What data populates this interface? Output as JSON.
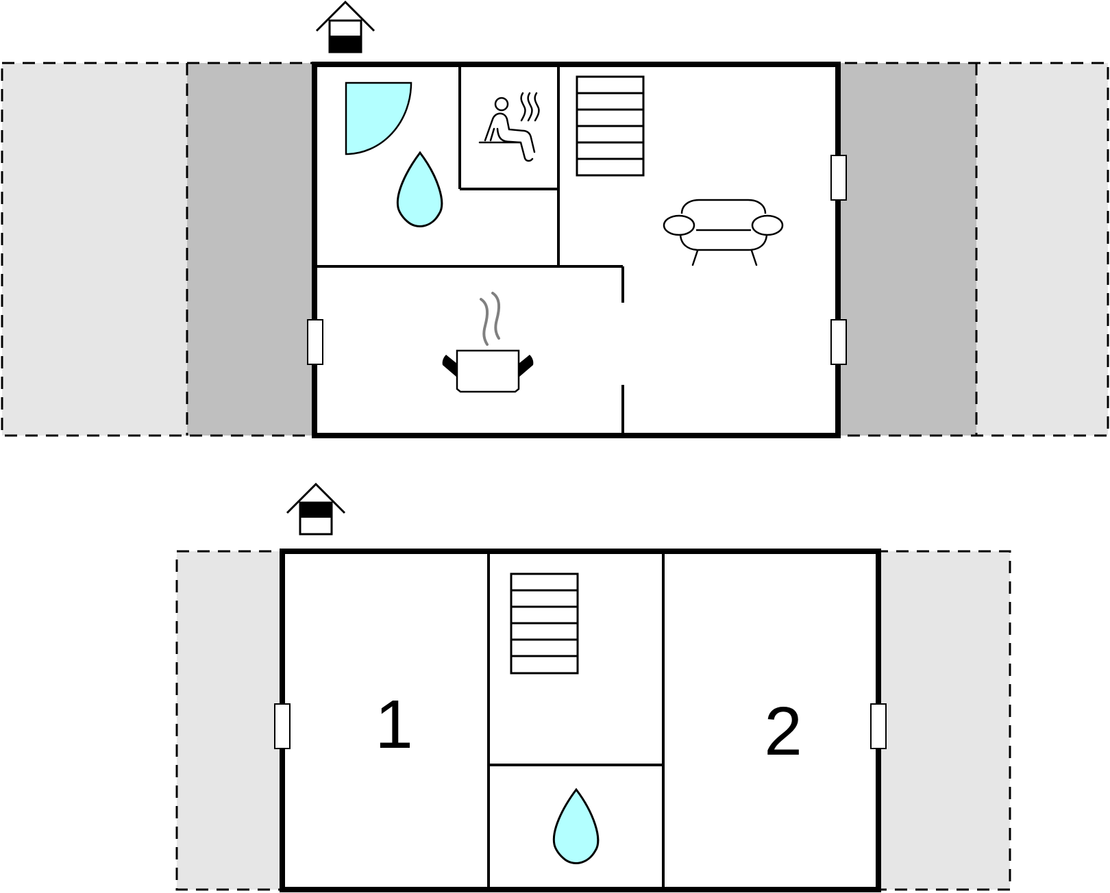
{
  "colors": {
    "wall": "#000000",
    "terrace_light": "#e6e6e6",
    "terrace_dark": "#bfbfbf",
    "water": "#b3ffff",
    "steam": "#808080"
  },
  "floors": [
    {
      "level": "ground",
      "icons": [
        "entrance-level-icon",
        "shower-icon",
        "bathroom-icon",
        "sauna-icon",
        "stairs-icon",
        "sofa-icon",
        "kitchen-pot-icon"
      ]
    },
    {
      "level": "upper",
      "icons": [
        "entrance-level-icon",
        "stairs-icon",
        "bathroom-icon"
      ],
      "rooms": {
        "bedroom_1": "1",
        "bedroom_2": "2"
      }
    }
  ]
}
